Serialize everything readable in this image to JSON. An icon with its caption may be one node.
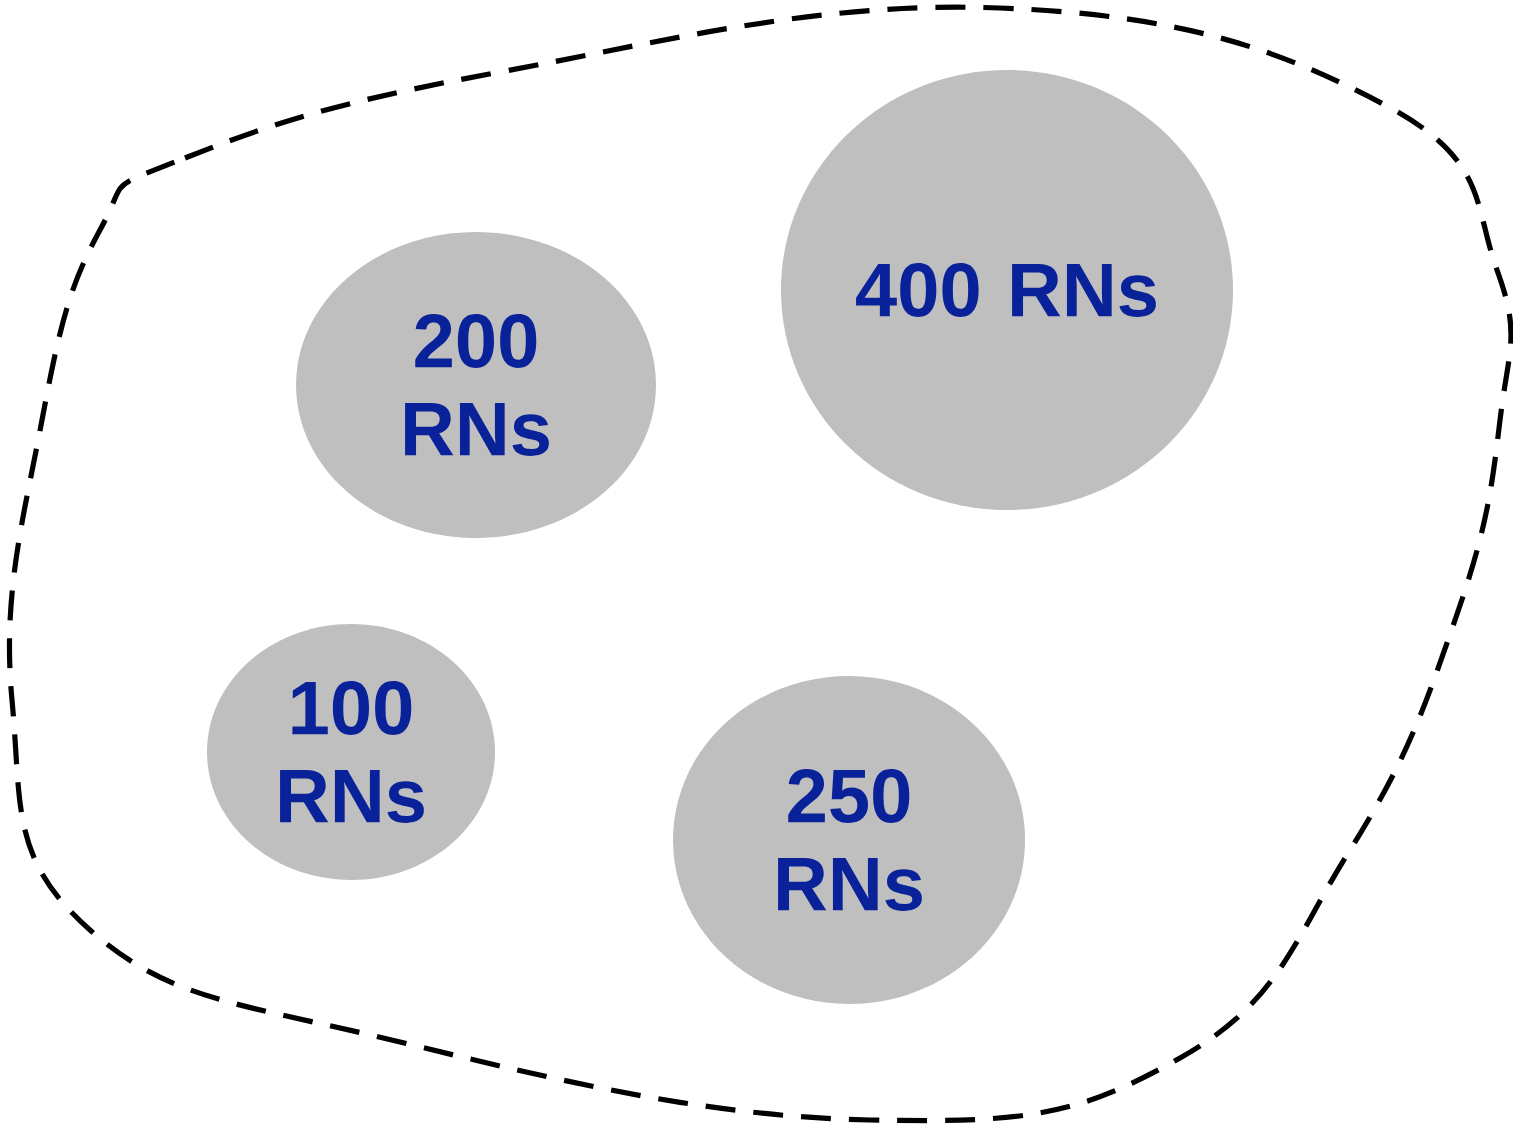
{
  "diagram": {
    "nodes": [
      {
        "text": [],
        "shape": "blob"
      },
      {
        "text": [
          "200 RNs"
        ],
        "in": 0
      },
      {
        "text": [
          "400 RNs"
        ],
        "in": 0
      },
      {
        "text": [
          "100 RNs"
        ],
        "in": 0
      },
      {
        "text": [
          "250 RNs"
        ],
        "in": 0
      }
    ]
  }
}
